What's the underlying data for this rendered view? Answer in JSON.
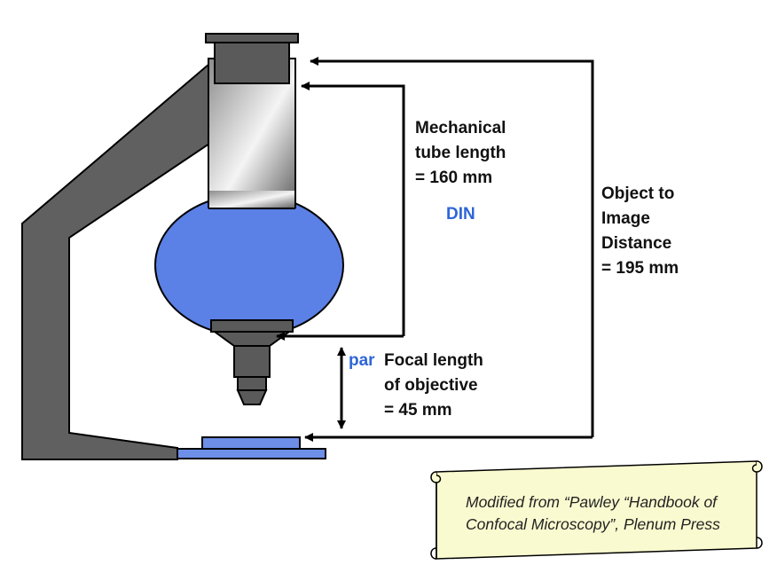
{
  "labels": {
    "mechanical_line1": "Mechanical",
    "mechanical_line2": "tube length",
    "mechanical_line3": "= 160 mm",
    "din": "DIN",
    "object_line1": "Object to",
    "object_line2": "Image",
    "object_line3": "Distance",
    "object_line4": "= 195 mm",
    "par": "par",
    "focal_line1": "Focal length",
    "focal_line2": "of objective",
    "focal_line3": "= 45 mm"
  },
  "credit": {
    "line1": "Modified from “Pawley “Handbook of",
    "line2": "Confocal Microscopy”, Plenum Press"
  },
  "colors": {
    "frame": "#606060",
    "dark_part": "#5a5a5a",
    "lens_blue": "#5b80e6",
    "stage_blue": "#6d8fe8",
    "accent_text_blue": "#2e66d6",
    "scroll_fill": "#fafad0",
    "line": "#000000"
  }
}
